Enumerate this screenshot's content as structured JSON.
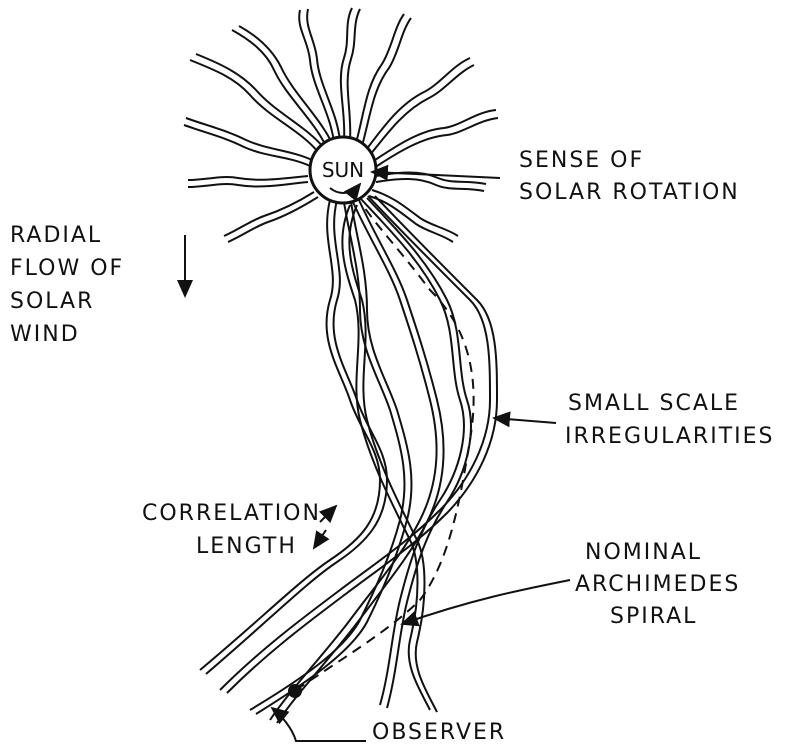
{
  "diagram": {
    "sun_label": "SUN",
    "labels": {
      "sense_line1": "SENSE OF",
      "sense_line2": "SOLAR ROTATION",
      "radial_line1": "RADIAL",
      "radial_line2": "FLOW OF",
      "radial_line3": "SOLAR",
      "radial_line4": "WIND",
      "small_line1": "SMALL SCALE",
      "small_line2": "IRREGULARITIES",
      "corr_line1": "CORRELATION",
      "corr_line2": "LENGTH",
      "nominal_line1": "NOMINAL",
      "nominal_line2": "ARCHIMEDES",
      "nominal_line3": "SPIRAL",
      "observer": "OBSERVER"
    },
    "ink_color": "#111111"
  }
}
